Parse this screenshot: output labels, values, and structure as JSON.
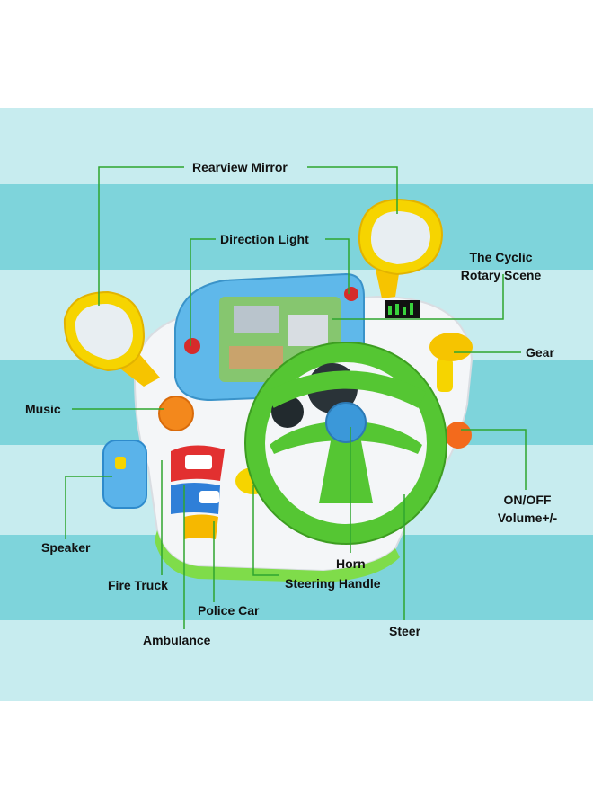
{
  "colors": {
    "band_dark": "#7ed4db",
    "band_light": "#c7ecef",
    "leader_line": "#2fa52f"
  },
  "labels": {
    "rearview_mirror": "Rearview Mirror",
    "direction_light": "Direction Light",
    "cyclic_rotary_scene_line1": "The Cyclic",
    "cyclic_rotary_scene_line2": "Rotary Scene",
    "gear": "Gear",
    "music": "Music",
    "on_off_line1": "ON/OFF",
    "on_off_line2": "Volume+/-",
    "speaker": "Speaker",
    "fire_truck": "Fire Truck",
    "horn": "Horn",
    "steering_handle": "Steering Handle",
    "police_car": "Police Car",
    "steer": "Steer",
    "ambulance": "Ambulance"
  }
}
